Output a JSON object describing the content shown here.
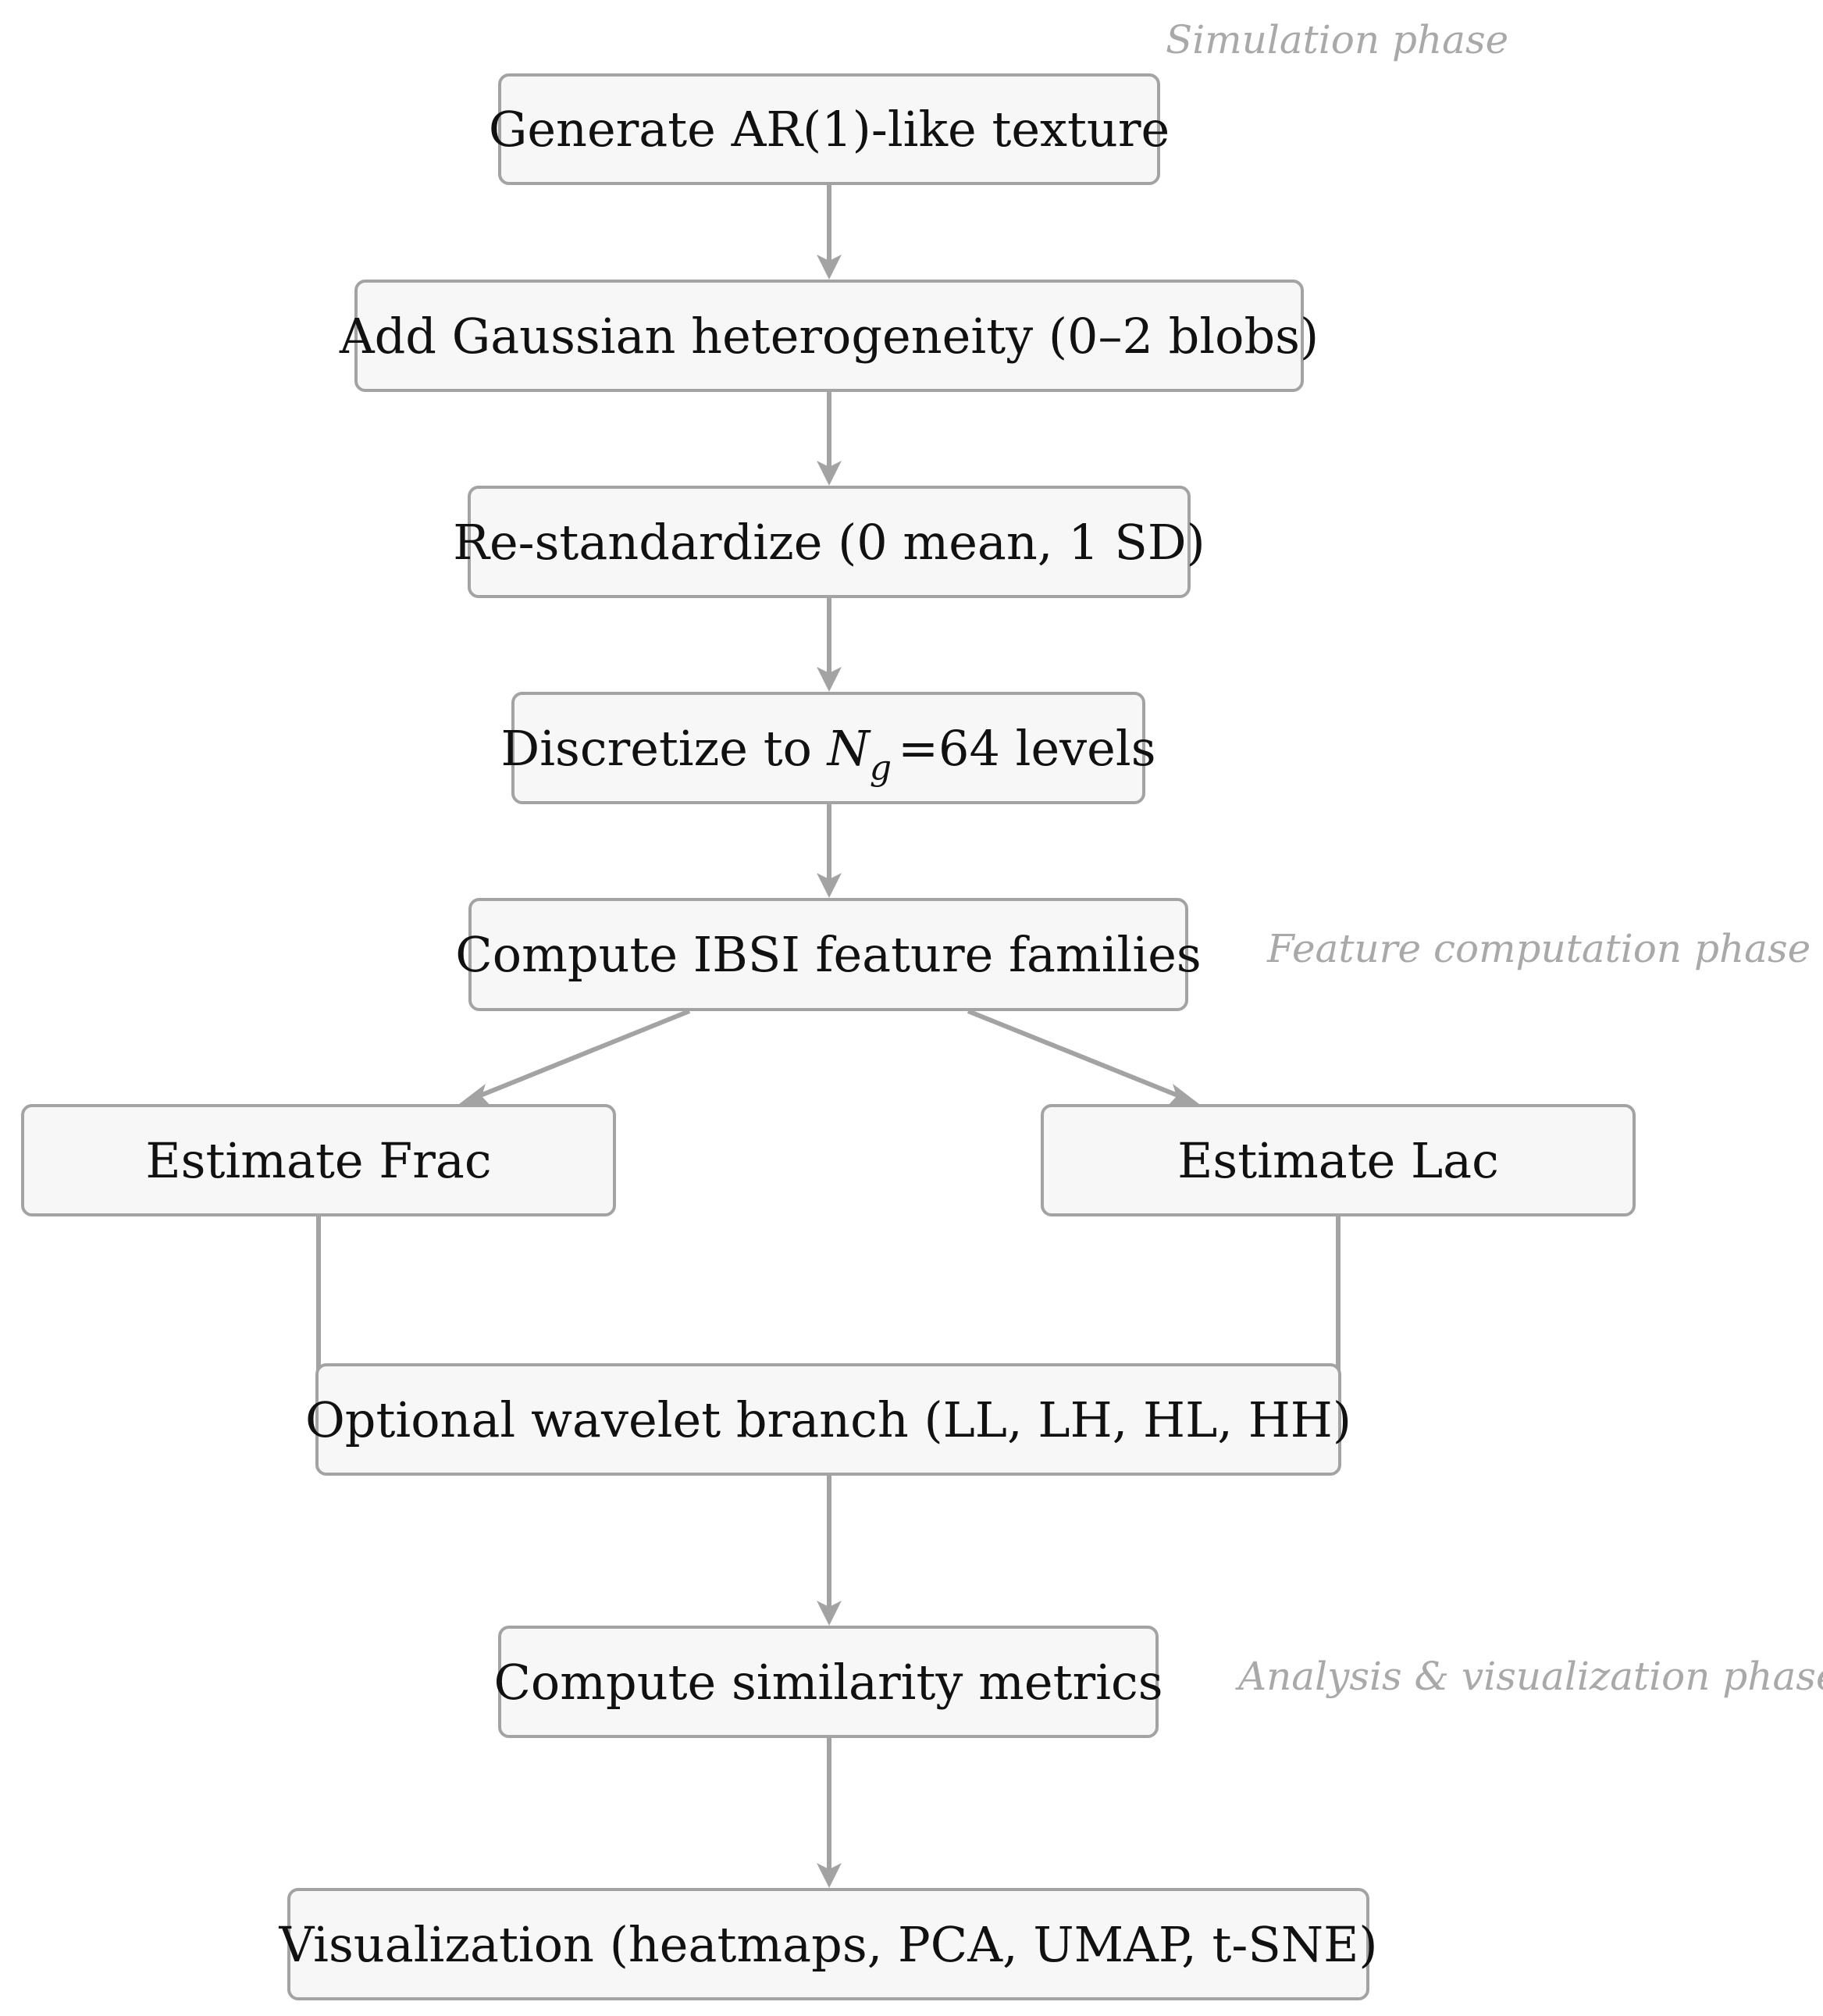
{
  "phases": {
    "simulation": "Simulation phase",
    "feature": "Feature computation phase",
    "analysis": "Analysis & visualization phase"
  },
  "nodes": {
    "generate": "Generate AR(1)-like texture",
    "gaussian": "Add Gaussian heterogeneity (0–2 blobs)",
    "restandardize": "Re-standardize (0 mean, 1 SD)",
    "discretize": {
      "prefix": "Discretize to ",
      "symbol": "N",
      "subscript": "g",
      "suffix": "=64 levels"
    },
    "ibsi": "Compute IBSI feature families",
    "frac": "Estimate Frac",
    "lac": "Estimate Lac",
    "wavelet": "Optional wavelet branch (LL, LH, HL, HH)",
    "similarity": "Compute similarity metrics",
    "visualization": "Visualization (heatmaps, PCA, UMAP, t-SNE)"
  },
  "colors": {
    "arrow": "#a3a3a3",
    "box_fill": "#f7f7f7",
    "box_border": "#a3a3a3",
    "phase_text": "#a9a9a9"
  }
}
